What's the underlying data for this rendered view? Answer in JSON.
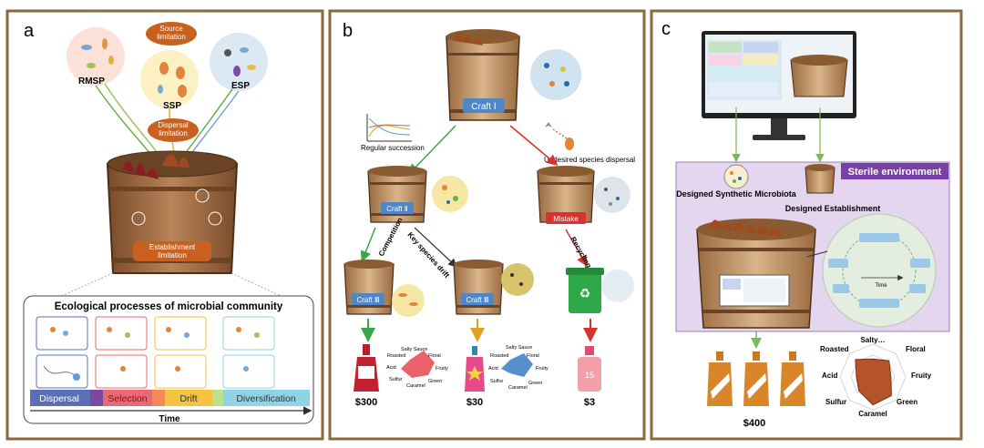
{
  "panels": {
    "a": {
      "letter": "a",
      "source_limitation": "Source limitation",
      "rmsp": "RMSP",
      "ssp": "SSP",
      "esp": "ESP",
      "dispersal_limitation": "Dispersal limitation",
      "establishment_limitation": "Establishment limitation",
      "community_title": "Ecological processes of microbial community",
      "bar_labels": [
        "Dispersal",
        "Selection",
        "Drift",
        "Diversification"
      ],
      "time_label": "Time",
      "colors": {
        "dispersal": "#5b6fb8",
        "selection": "#e86a72",
        "drift": "#f5c242",
        "diversification": "#8fd3e8"
      }
    },
    "b": {
      "letter": "b",
      "craft1": "Craft Ⅰ",
      "craft2": "Craft Ⅱ",
      "craft3a": "Craft Ⅲ",
      "craft3b": "Craft Ⅲ",
      "mistake": "Mistake",
      "regular_succession": "Regular succession",
      "undesired_dispersal": "Undesired species dispersal",
      "competition": "Competition",
      "key_species_drift": "Key species drift",
      "recycling": "Recycling",
      "price_high": "$300",
      "price_mid": "$30",
      "price_low": "$3",
      "radar_labels": [
        "Salty Sauce",
        "Floral",
        "Fruity",
        "Green",
        "Caramel",
        "Sulfur",
        "Acid",
        "Roasted"
      ]
    },
    "c": {
      "letter": "c",
      "sterile_environment": "Sterile environment",
      "designed_microbiota": "Designed Synthetic Microbiota",
      "designed_establishment": "Designed Establishment",
      "time_label": "Time",
      "price": "$400",
      "radar_labels": [
        "Salty…",
        "Floral",
        "Fruity",
        "Green",
        "Caramel",
        "Sulfur",
        "Acid",
        "Roasted"
      ],
      "radar_values": [
        0.55,
        0.7,
        0.55,
        0.8,
        0.85,
        0.6,
        0.5,
        0.75
      ]
    }
  },
  "colors": {
    "frame": "#8a6a3a",
    "barrel_wood": "#a9744a",
    "barrel_dark": "#5a3a22",
    "label_orange": "#c8611f",
    "craft_blue": "#4f86c6",
    "mistake_red": "#d93030",
    "arrow_green": "#3aa64a",
    "arrow_red": "#d93030",
    "arrow_yellow": "#e0a020",
    "sterile_bg": "#e3d6ee",
    "sterile_label": "#7b3fa8"
  }
}
